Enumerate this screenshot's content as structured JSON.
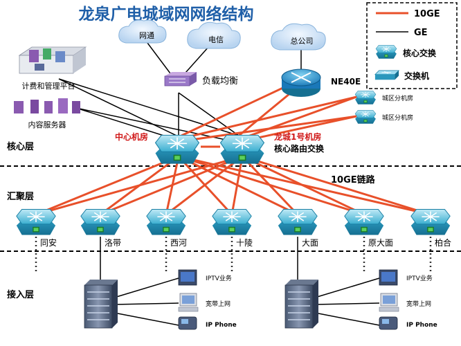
{
  "title": "龙泉广电城域网网络结构",
  "legend": {
    "items": [
      {
        "label": "10GE",
        "kind": "line",
        "color": "#e8502a"
      },
      {
        "label": "GE",
        "kind": "line",
        "color": "#000000"
      },
      {
        "label": "核心交换",
        "kind": "core-switch"
      },
      {
        "label": "交换机",
        "kind": "switch"
      }
    ]
  },
  "layers": {
    "core": "核心层",
    "aggregation": "汇聚层",
    "access": "接入层"
  },
  "clouds": [
    {
      "label": "网通"
    },
    {
      "label": "电信"
    },
    {
      "label": "总公司"
    }
  ],
  "load_balancer": {
    "label": "负载均衡"
  },
  "router": {
    "label": "NE40E"
  },
  "left_platforms": {
    "billing": "计费和管理平台",
    "content": "内容服务器"
  },
  "district_rooms": [
    {
      "label": "城区分机房"
    },
    {
      "label": "城区分机房"
    }
  ],
  "core": {
    "node1_label": "中心机房",
    "node2_label": "龙城1号机房",
    "node2_sublabel": "核心路由交换"
  },
  "link_label": "10GE链路",
  "aggregation_nodes": [
    {
      "label": "同安"
    },
    {
      "label": "洛带"
    },
    {
      "label": "西河"
    },
    {
      "label": "十陵"
    },
    {
      "label": "大面"
    },
    {
      "label": "原大面"
    },
    {
      "label": "柏合"
    }
  ],
  "access_services": [
    {
      "label": "IPTV业务"
    },
    {
      "label": "宽带上网"
    },
    {
      "label": "IP Phone"
    }
  ],
  "colors": {
    "title": "#1f5fa8",
    "red_label": "#d01818",
    "link_red": "#e8502a",
    "switch_teal": "#2aa8c8"
  }
}
